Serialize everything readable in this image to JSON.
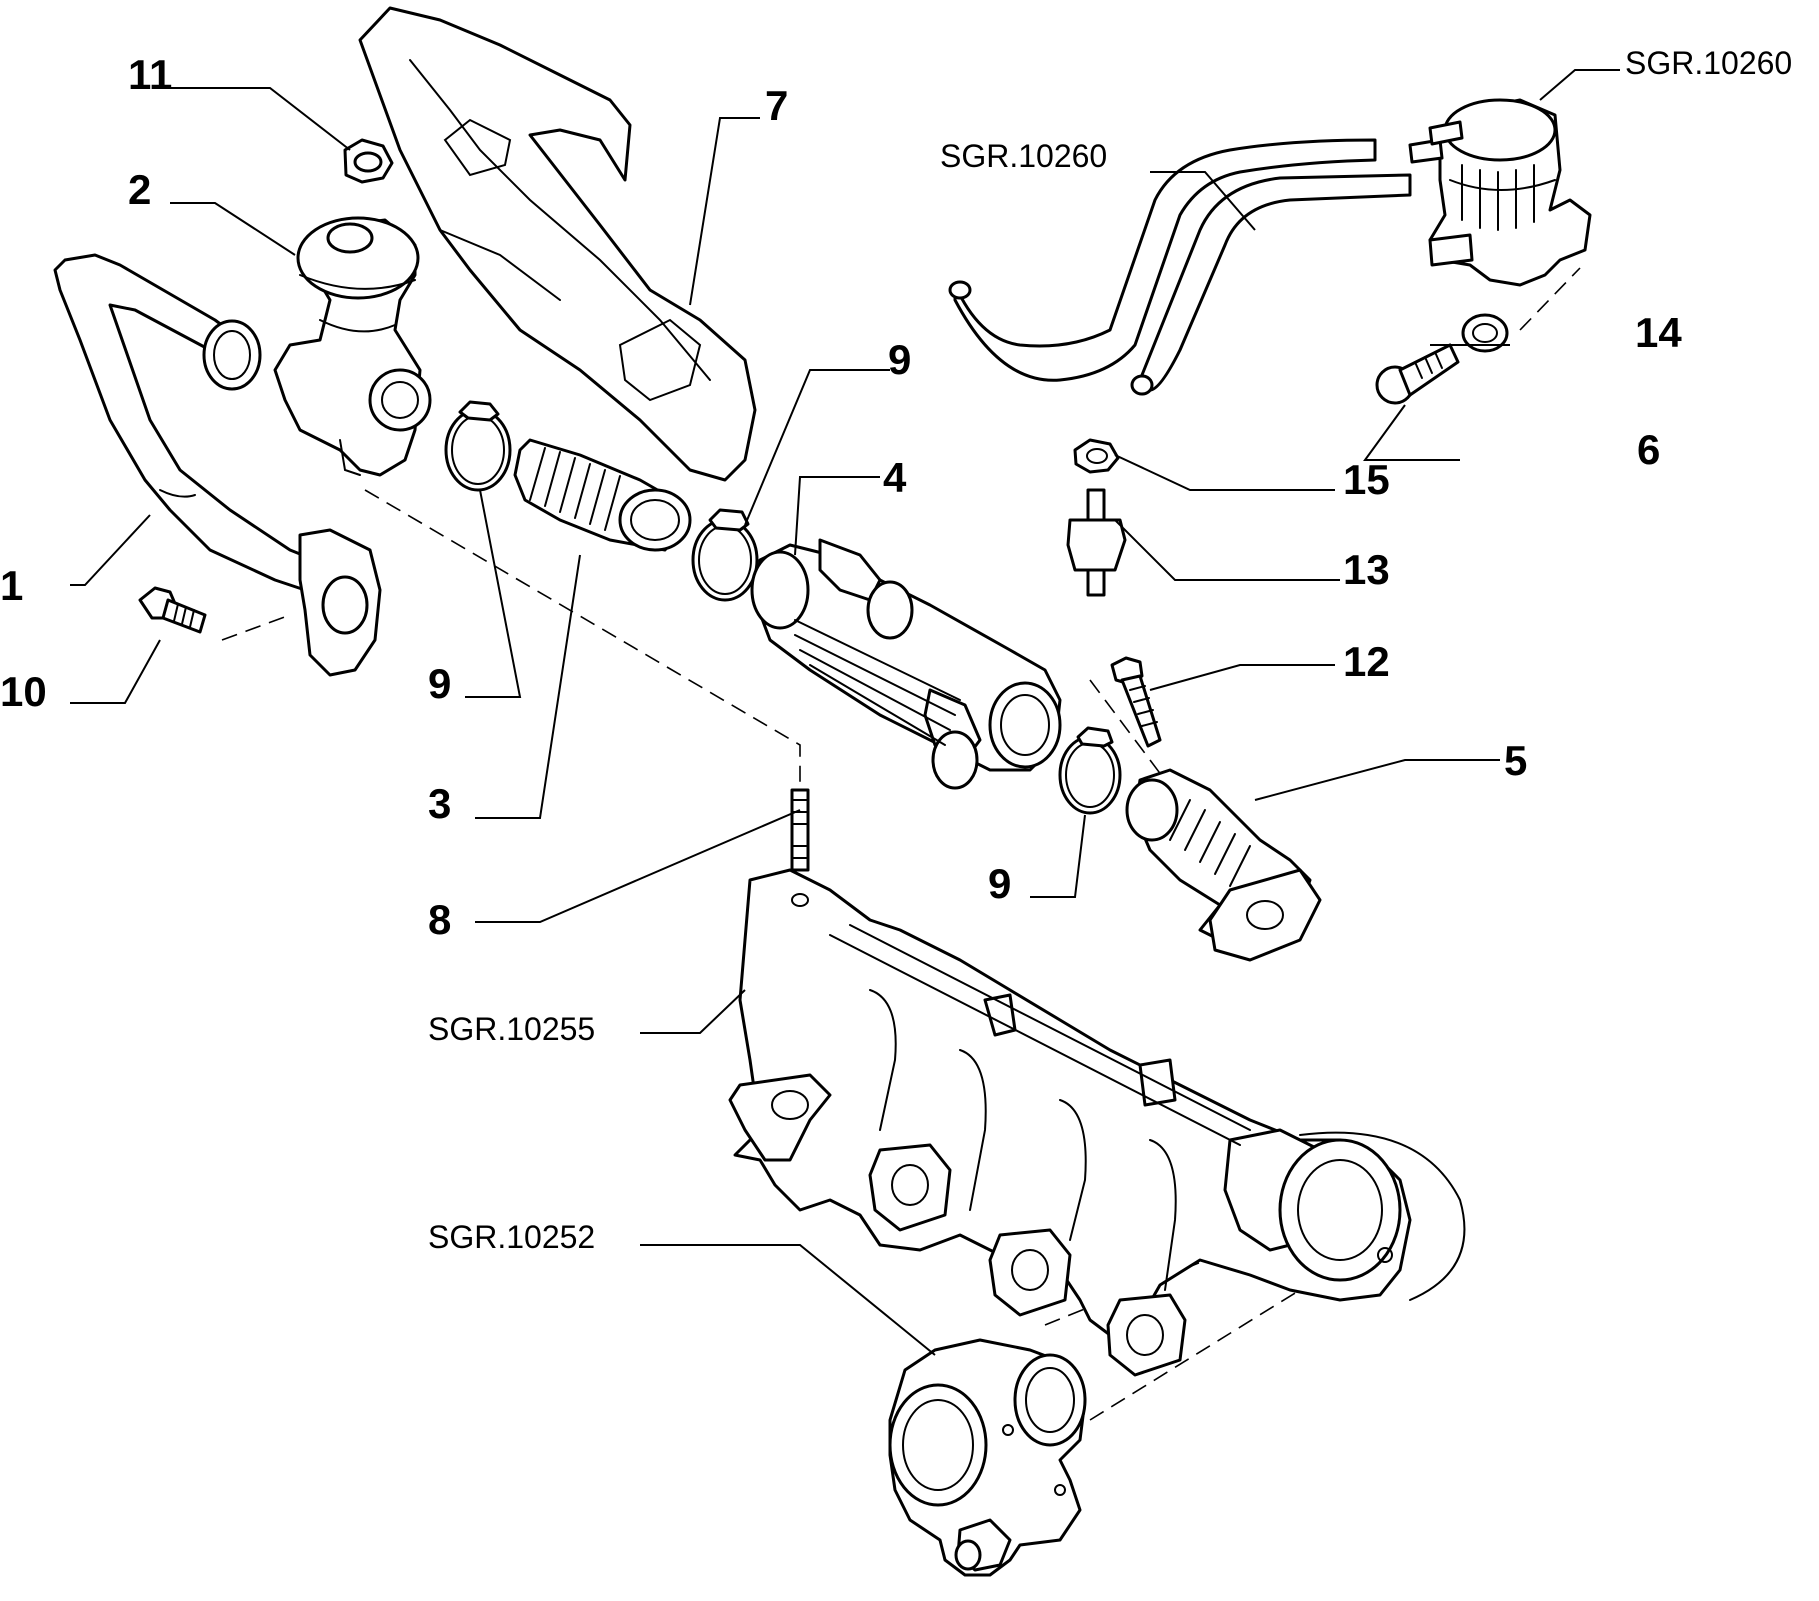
{
  "callouts": {
    "c1": "1",
    "c2": "2",
    "c3": "3",
    "c4": "4",
    "c5": "5",
    "c6": "6",
    "c7": "7",
    "c8": "8",
    "c9a": "9",
    "c9b": "9",
    "c9c": "9",
    "c10": "10",
    "c11": "11",
    "c12": "12",
    "c13": "13",
    "c14": "14",
    "c15": "15"
  },
  "references": {
    "ref_top_right": "SGR.10260",
    "ref_hoses": "SGR.10260",
    "ref_manifold": "SGR.10255",
    "ref_throttle": "SGR.10252"
  }
}
